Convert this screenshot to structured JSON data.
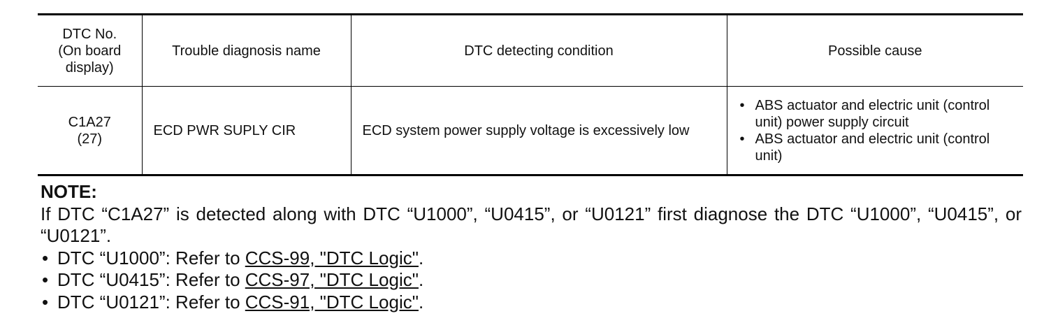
{
  "table": {
    "headers": {
      "dtc_no": [
        "DTC No.",
        "(On board",
        "display)"
      ],
      "name": "Trouble diagnosis name",
      "condition": "DTC detecting condition",
      "cause": "Possible cause"
    },
    "row": {
      "dtc_code": "C1A27",
      "dtc_display": "(27)",
      "name": "ECD PWR SUPLY CIR",
      "condition": "ECD system power supply voltage is excessively low",
      "causes": [
        "ABS actuator and electric unit (control unit) power supply circuit",
        "ABS actuator and electric unit (control unit)"
      ]
    }
  },
  "note": {
    "title": "NOTE:",
    "text": "If DTC “C1A27” is detected along with DTC “U1000”, “U0415”, or “U0121” first diagnose the DTC “U1000”, “U0415”, or “U0121”.",
    "refs": [
      {
        "prefix": "DTC “U1000”: Refer to ",
        "link": "CCS-99, \"DTC Logic\"",
        "suffix": "."
      },
      {
        "prefix": "DTC “U0415”: Refer to ",
        "link": "CCS-97, \"DTC Logic\"",
        "suffix": "."
      },
      {
        "prefix": "DTC “U0121”: Refer to ",
        "link": "CCS-91, \"DTC Logic\"",
        "suffix": "."
      }
    ]
  }
}
